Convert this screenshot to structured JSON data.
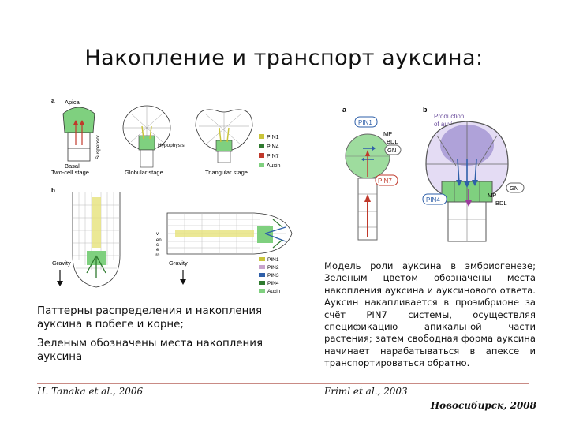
{
  "slide": {
    "title": "Накопление и транспорт ауксина:",
    "caption_left": [
      "Паттерны распределения и накопления ауксина в побеге и корне;",
      "Зеленым обозначены места накопления ауксина"
    ],
    "caption_right": "Модель роли ауксина в эмбриогенезе; Зеленым цветом обозначены места накопления ауксина и ауксинового ответа. Ауксин накапливается в проэмбрионе за счёт PIN7 системы, осуществляя спецификацию апикальной части растения; затем свободная форма ауксина начинает нарабатываться в апексе и транспортироваться обратно.",
    "ref_left": "H. Tanaka et al., 2006",
    "ref_right": "Friml et al., 2003",
    "footer": "Новосибирск, 2008"
  },
  "figure_left": {
    "panel_a": "a",
    "panel_b": "b",
    "apical": "Apical",
    "basal": "Basal",
    "suspensor": "Suspensor",
    "hypophysis": "Hypophysis",
    "stage1": "Two-cell stage",
    "stage2": "Globular stage",
    "stage3": "Triangular stage",
    "legend_top": [
      "PIN1",
      "PIN4",
      "PIN7",
      "Auxin"
    ],
    "legend_bottom": [
      "PIN1",
      "PIN2",
      "PIN3",
      "PIN4",
      "Auxin"
    ],
    "gravity": "Gravity",
    "root_layers": [
      "v",
      "en",
      "c",
      "e",
      "lrc"
    ],
    "colors": {
      "pin1": "#c9c43a",
      "pin4": "#2f7a2f",
      "pin7": "#c0392b",
      "auxin": "#7fd07f",
      "pin2": "#c7a3cc",
      "pin3": "#2e5fa8"
    }
  },
  "figure_right": {
    "panel_a": "a",
    "panel_b": "b",
    "pin1": "PIN1",
    "pin7": "PIN7",
    "pin4": "PIN4",
    "mp": "MP",
    "bdl": "BDL",
    "gn": "GN",
    "production": "Production",
    "of_auxin": "of auxin"
  }
}
